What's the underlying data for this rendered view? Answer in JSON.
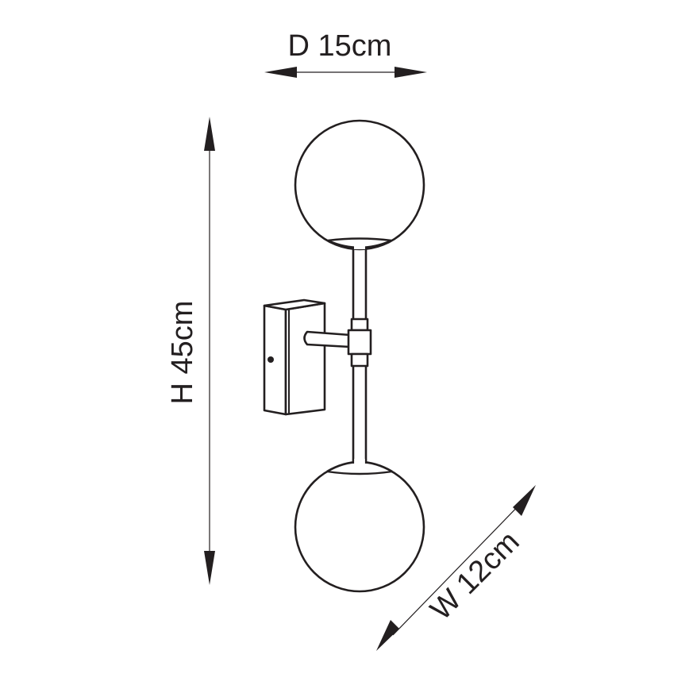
{
  "diagram": {
    "subject": "Double globe wall light",
    "dimensions": {
      "depth": {
        "label": "D 15cm",
        "value": 15,
        "unit": "cm"
      },
      "height": {
        "label": "H 45cm",
        "value": 45,
        "unit": "cm"
      },
      "width": {
        "label": "W 12cm",
        "value": 12,
        "unit": "cm"
      }
    },
    "components": [
      "upper-globe",
      "lower-globe",
      "vertical-stem",
      "connector-collar",
      "horizontal-arm",
      "wall-backplate",
      "fixing-screw"
    ],
    "colors": {
      "line": "#231f20",
      "background": "#ffffff"
    }
  }
}
